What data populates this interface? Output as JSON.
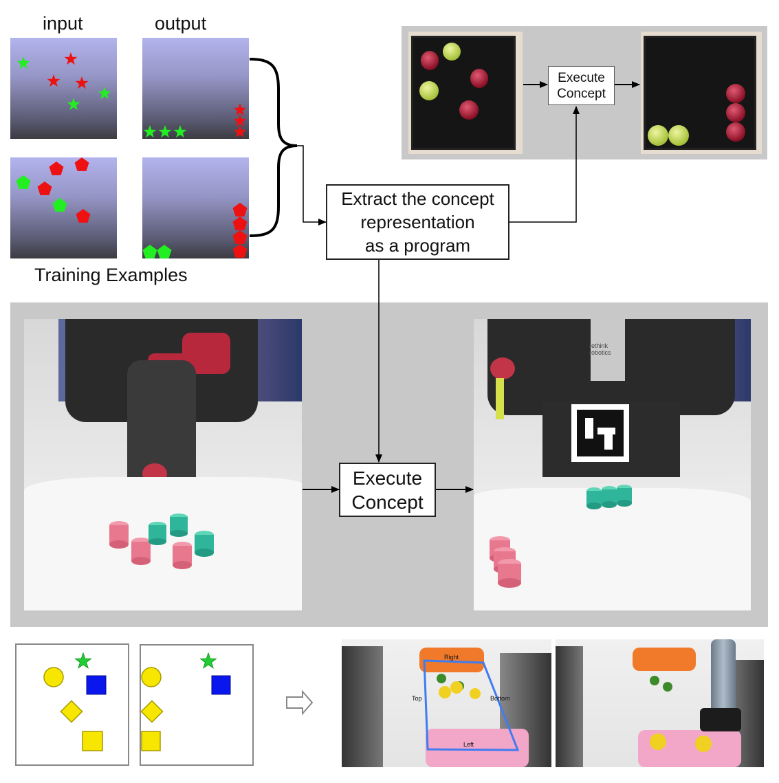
{
  "labels": {
    "input": "input",
    "output": "output",
    "training_examples": "Training Examples",
    "extract_line1": "Extract the concept",
    "extract_line2": "representation",
    "extract_line3": "as a program",
    "execute_small_line1": "Execute",
    "execute_small_line2": "Concept",
    "execute_big_line1": "Execute",
    "execute_big_line2": "Concept",
    "tray_right": "Right",
    "tray_top": "Top",
    "tray_bottom": "Bottom",
    "tray_left": "Left",
    "robot_brand_line1": "rethink",
    "robot_brand_line2": "robotics"
  },
  "colors": {
    "star_red": "#ee1111",
    "star_green": "#22ee22",
    "shape_yellow": "#f7e600",
    "shape_blue": "#0a16ee",
    "panel_gray": "#c8c8c8",
    "cylinder_pink": "#e8788e",
    "cylinder_teal": "#2fb59a",
    "tray_pink": "#f2a6c8",
    "tray_orange": "#f07a2a",
    "selection_blue": "#3f7cf0"
  },
  "icons": {
    "flow_arrow": "right-arrow-outline-icon",
    "brace": "curly-brace-icon"
  }
}
